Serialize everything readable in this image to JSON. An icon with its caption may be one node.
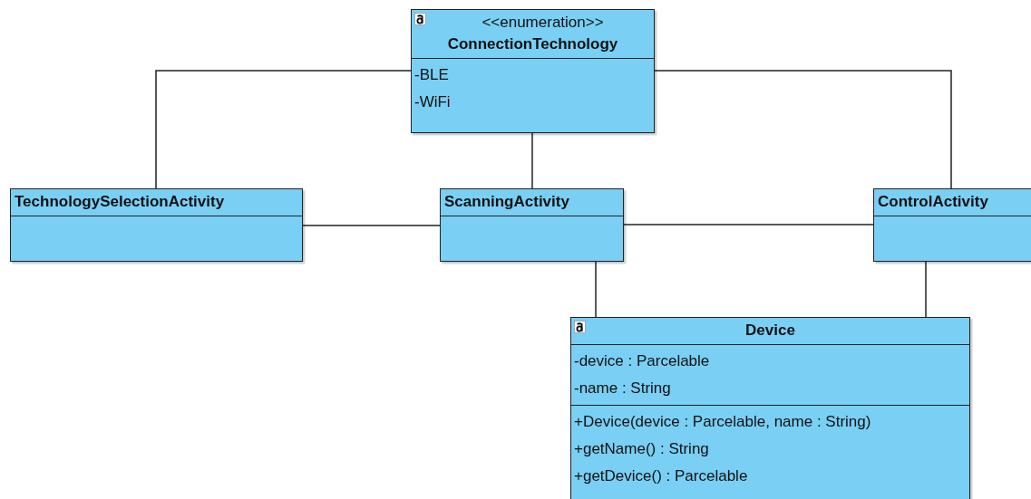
{
  "diagram": {
    "nodes": [
      {
        "text": [
          "<<enumeration>>",
          "ConnectionTechnology",
          "-BLE",
          "-WiFi"
        ]
      },
      {
        "text": [
          "TechnologySelectionActivity"
        ]
      },
      {
        "text": [
          "ScanningActivity"
        ]
      },
      {
        "text": [
          "ControlActivity"
        ]
      },
      {
        "text": [
          "Device",
          "-device : Parcelable",
          "-name : String",
          "+Device(device : Parcelable, name : String)",
          "+getName() : String",
          "+getDevice() : Parcelable"
        ]
      }
    ],
    "edges": [
      {
        "from": 0,
        "to": 1,
        "arrow": "none"
      },
      {
        "from": 0,
        "to": 2,
        "arrow": "none"
      },
      {
        "from": 0,
        "to": 3,
        "arrow": "none"
      },
      {
        "from": 1,
        "to": 2,
        "arrow": "none"
      },
      {
        "from": 2,
        "to": 3,
        "arrow": "none"
      },
      {
        "from": 2,
        "to": 4,
        "arrow": "none"
      },
      {
        "from": 3,
        "to": 4,
        "arrow": "none"
      }
    ]
  }
}
